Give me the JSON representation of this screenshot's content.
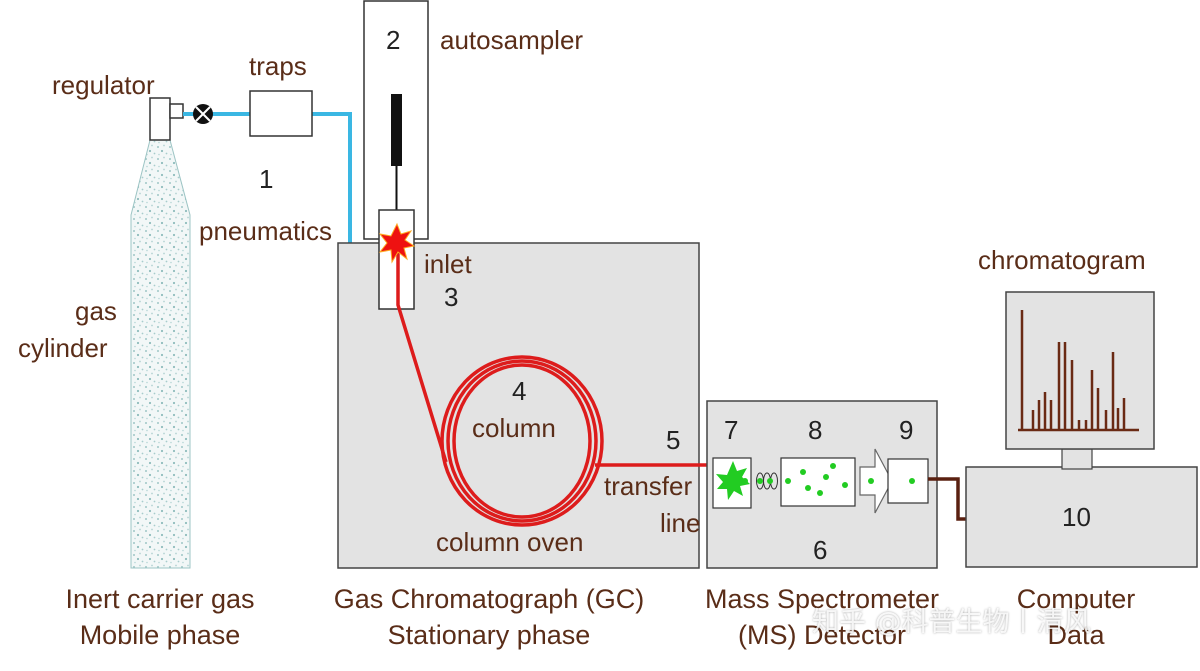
{
  "labels": {
    "regulator": "regulator",
    "traps": "traps",
    "autosampler": "autosampler",
    "pneumatics": "pneumatics",
    "inlet": "inlet",
    "gas": "gas",
    "cylinder": "cylinder",
    "column": "column",
    "column_oven": "column oven",
    "transfer": "transfer",
    "line": "line",
    "chromatogram": "chromatogram"
  },
  "numbers": {
    "n1": "1",
    "n2": "2",
    "n3": "3",
    "n4": "4",
    "n5": "5",
    "n6": "6",
    "n7": "7",
    "n8": "8",
    "n9": "9",
    "n10": "10"
  },
  "captions": {
    "carrier_line1": "Inert carrier gas",
    "carrier_line2": "Mobile phase",
    "gc_line1": "Gas Chromatograph (GC)",
    "gc_line2": "Stationary phase",
    "ms_line1": "Mass Spectrometer",
    "ms_line2": "(MS) Detector",
    "pc_line1": "Computer",
    "pc_line2": "Data"
  },
  "watermark": "知乎 @科普生物丨清风",
  "colors": {
    "carrier_line": "#3ab7e3",
    "column": "#dd1c1c",
    "transfer_wire": "#5a2010",
    "box_fill": "#e3e3e3",
    "ion_green": "#22cc22",
    "peak": "#6a2a14",
    "label_text": "#5a2d18"
  }
}
